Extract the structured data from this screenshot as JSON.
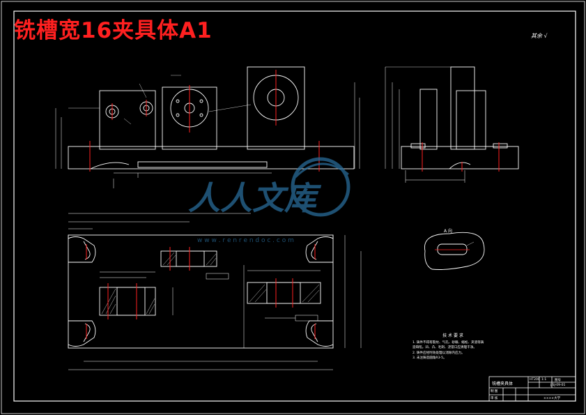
{
  "sheet": {
    "title": "铣槽宽16夹具体A1",
    "surface_note": "其余 √"
  },
  "watermark": {
    "brand": "人人文库",
    "url": "w w w . r e n r e n d o c . c o m"
  },
  "section_label": "A 向",
  "tech_notes": {
    "title": "技 术 要 求",
    "lines": [
      "1. 铸件不得有裂纹、气孔、砂眼、缩松、夹渣等铸",
      "   造缺陷，凹、凸、毛刺、浇冒口应清理干净。",
      "2. 铸件应经时效处理以消除内应力。",
      "3. 未注铸造圆角R3-5。"
    ]
  },
  "title_block": {
    "part_name": "铣槽夹具体",
    "material": "HT200",
    "scale": "1:1",
    "sheet_no": "图号",
    "drawing_no": "JJSJ-09-01",
    "row_label_1": "制 图",
    "row_label_2": "审 核",
    "school": "××××大学"
  },
  "colors": {
    "background": "#000000",
    "line": "#ffffff",
    "title": "#ff2020",
    "centerline": "#ff2020",
    "watermark": "#2a6f9e"
  }
}
